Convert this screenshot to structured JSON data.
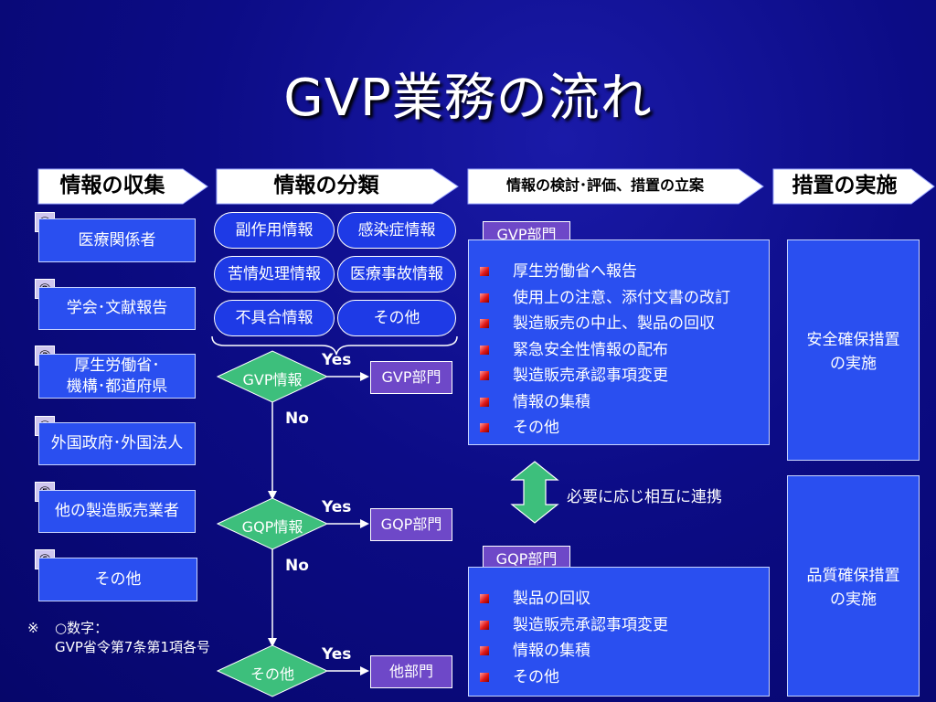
{
  "title": "GVP業務の流れ",
  "headers": [
    "情報の収集",
    "情報の分類",
    "情報の検討･評価、措置の立案",
    "措置の実施"
  ],
  "sources": [
    {
      "num": "①",
      "label": "医療関係者"
    },
    {
      "num": "②",
      "label": "学会･文献報告"
    },
    {
      "num": "③",
      "line1": "厚生労働省･",
      "line2": "機構･都道府県"
    },
    {
      "num": "④",
      "label": "外国政府･外国法人"
    },
    {
      "num": "⑤",
      "label": "他の製造販売業者"
    },
    {
      "num": "⑥",
      "label": "その他"
    }
  ],
  "note": {
    "mark": "※",
    "line1": "○数字：",
    "line2": "GVP省令第7条第1項各号"
  },
  "categories": [
    "副作用情報",
    "感染症情報",
    "苦情処理情報",
    "医療事故情報",
    "不具合情報",
    "その他"
  ],
  "flow": {
    "decision1": "GVP情報",
    "decision2": "GQP情報",
    "terminal": "その他",
    "dept1": "GVP部門",
    "dept2": "GQP部門",
    "dept3": "他部門",
    "yes": "Yes",
    "no": "No"
  },
  "gvp": {
    "tag": "GVP部門",
    "items": [
      "厚生労働省へ報告",
      "使用上の注意、添付文書の改訂",
      "製造販売の中止、製品の回収",
      "緊急安全性情報の配布",
      "製造販売承認事項変更",
      "情報の集積",
      "その他"
    ]
  },
  "link_label": "必要に応じ相互に連携",
  "gqp": {
    "tag": "GQP部門",
    "items": [
      "製品の回収",
      "製造販売承認事項変更",
      "情報の集積",
      "その他"
    ]
  },
  "measures": {
    "safety_line1": "安全確保措置",
    "safety_line2": "の実施",
    "quality_line1": "品質確保措置",
    "quality_line2": "の実施"
  },
  "colors": {
    "background": "#0c0c86",
    "box_fill": "#2a4ff0",
    "dept_fill": "#6e48c8",
    "decision_fill": "#3dbf7c",
    "arrow_green": "#3dbf7c",
    "bullet_red": "#e01818"
  }
}
